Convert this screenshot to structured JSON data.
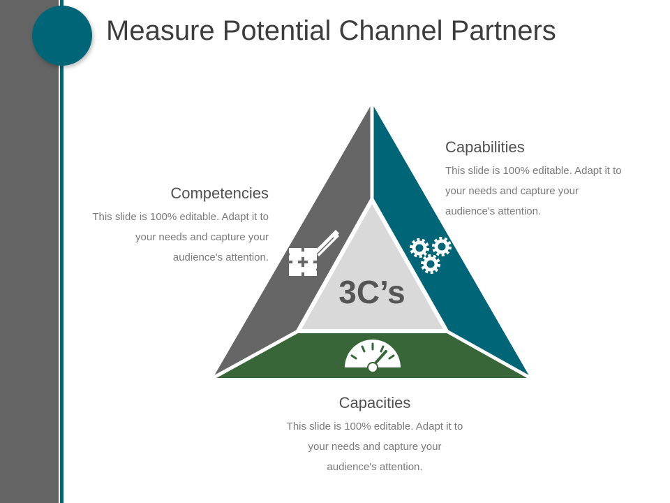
{
  "slide": {
    "title": "Measure Potential Channel Partners"
  },
  "diagram": {
    "center_label": "3C’s",
    "segments": [
      {
        "id": "competencies",
        "heading": "Competencies",
        "body": "This slide is 100% editable. Adapt it to your needs and capture your audience's attention.",
        "color": "#666666",
        "icon": "puzzle-pen-icon"
      },
      {
        "id": "capabilities",
        "heading": "Capabilities",
        "body": "This slide is 100% editable. Adapt it to your needs and capture your audience's attention.",
        "color": "#006677",
        "icon": "gears-icon"
      },
      {
        "id": "capacities",
        "heading": "Capacities",
        "body": "This slide is 100% editable. Adapt it to your needs and capture your audience's attention.",
        "color": "#396639",
        "icon": "speedometer-icon"
      }
    ]
  },
  "colors": {
    "accent": "#006677",
    "sidebar": "#646464",
    "center": "#d9d9d9",
    "title_text": "#3d3d3d"
  }
}
